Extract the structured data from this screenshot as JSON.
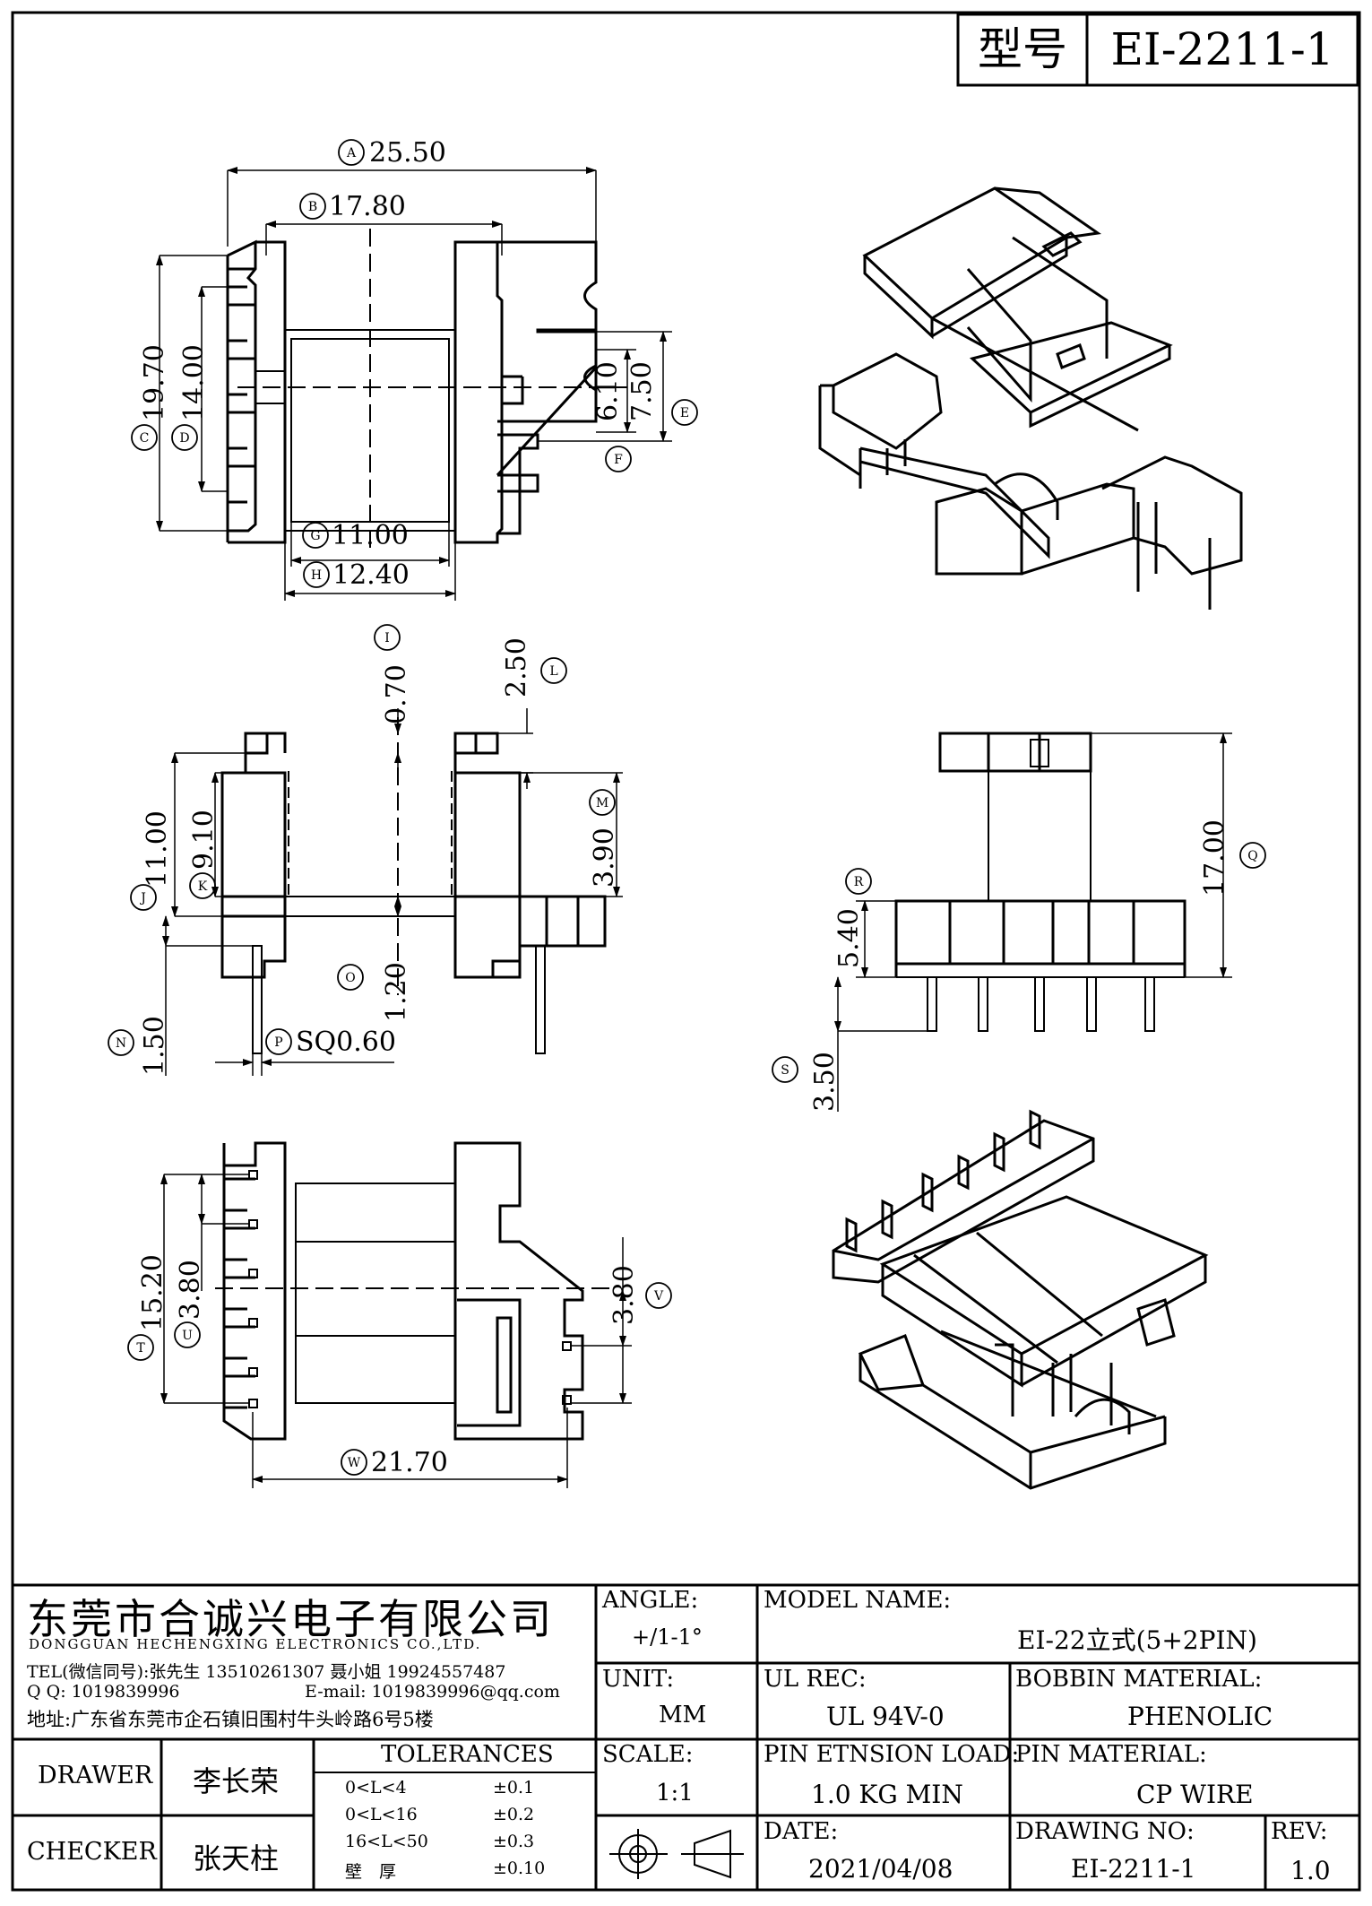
{
  "header": {
    "model_label": "型号",
    "model_value": "EI-2211-1"
  },
  "dimensions": {
    "A": "25.50",
    "B": "17.80",
    "C": "19.70",
    "D": "14.00",
    "E": "7.50",
    "F": "6.10",
    "G": "11.00",
    "H": "12.40",
    "I": "0.70",
    "J": "11.00",
    "K": "9.10",
    "L": "2.50",
    "M": "3.90",
    "N": "1.50",
    "O": "1.20",
    "P": "SQ0.60",
    "Q": "17.00",
    "R": "5.40",
    "S": "3.50",
    "T": "15.20",
    "U": "3.80",
    "V": "3.80",
    "W": "21.70"
  },
  "company": {
    "name_cn": "东莞市合诚兴电子有限公司",
    "name_en": "DONGGUAN HECHENGXING ELECTRONICS CO.,LTD.",
    "tel": "TEL(微信同号):张先生 13510261307 聂小姐 19924557487",
    "qq": "Q Q: 1019839996",
    "email": "E-mail: 1019839996@qq.com",
    "address": "地址:广东省东莞市企石镇旧围村牛头岭路6号5楼"
  },
  "title_block": {
    "angle_label": "ANGLE:",
    "angle_value": "+/1-1°",
    "unit_label": "UNIT:",
    "unit_value": "MM",
    "scale_label": "SCALE:",
    "scale_value": "1:1",
    "model_name_label": "MODEL NAME:",
    "model_name_value": "EI-22立式(5+2PIN)",
    "ul_rec_label": "UL REC:",
    "ul_rec_value": "UL 94V-0",
    "bobbin_material_label": "BOBBIN MATERIAL:",
    "bobbin_material_value": "PHENOLIC",
    "pin_tension_label": "PIN ETNSION LOAD:",
    "pin_tension_value": "1.0 KG MIN",
    "pin_material_label": "PIN MATERIAL:",
    "pin_material_value": "CP WIRE",
    "date_label": "DATE:",
    "date_value": "2021/04/08",
    "drawing_no_label": "DRAWING NO:",
    "drawing_no_value": "EI-2211-1",
    "rev_label": "REV:",
    "rev_value": "1.0",
    "drawer_label": "DRAWER",
    "drawer_value": "李长荣",
    "checker_label": "CHECKER",
    "checker_value": "张天柱",
    "tolerances_label": "TOLERANCES",
    "tolerances": [
      {
        "range": "0<L<4",
        "value": "±0.1"
      },
      {
        "range": "0<L<16",
        "value": "±0.2"
      },
      {
        "range": "16<L<50",
        "value": "±0.3"
      },
      {
        "range": "壁　厚",
        "value": "±0.10"
      }
    ]
  }
}
